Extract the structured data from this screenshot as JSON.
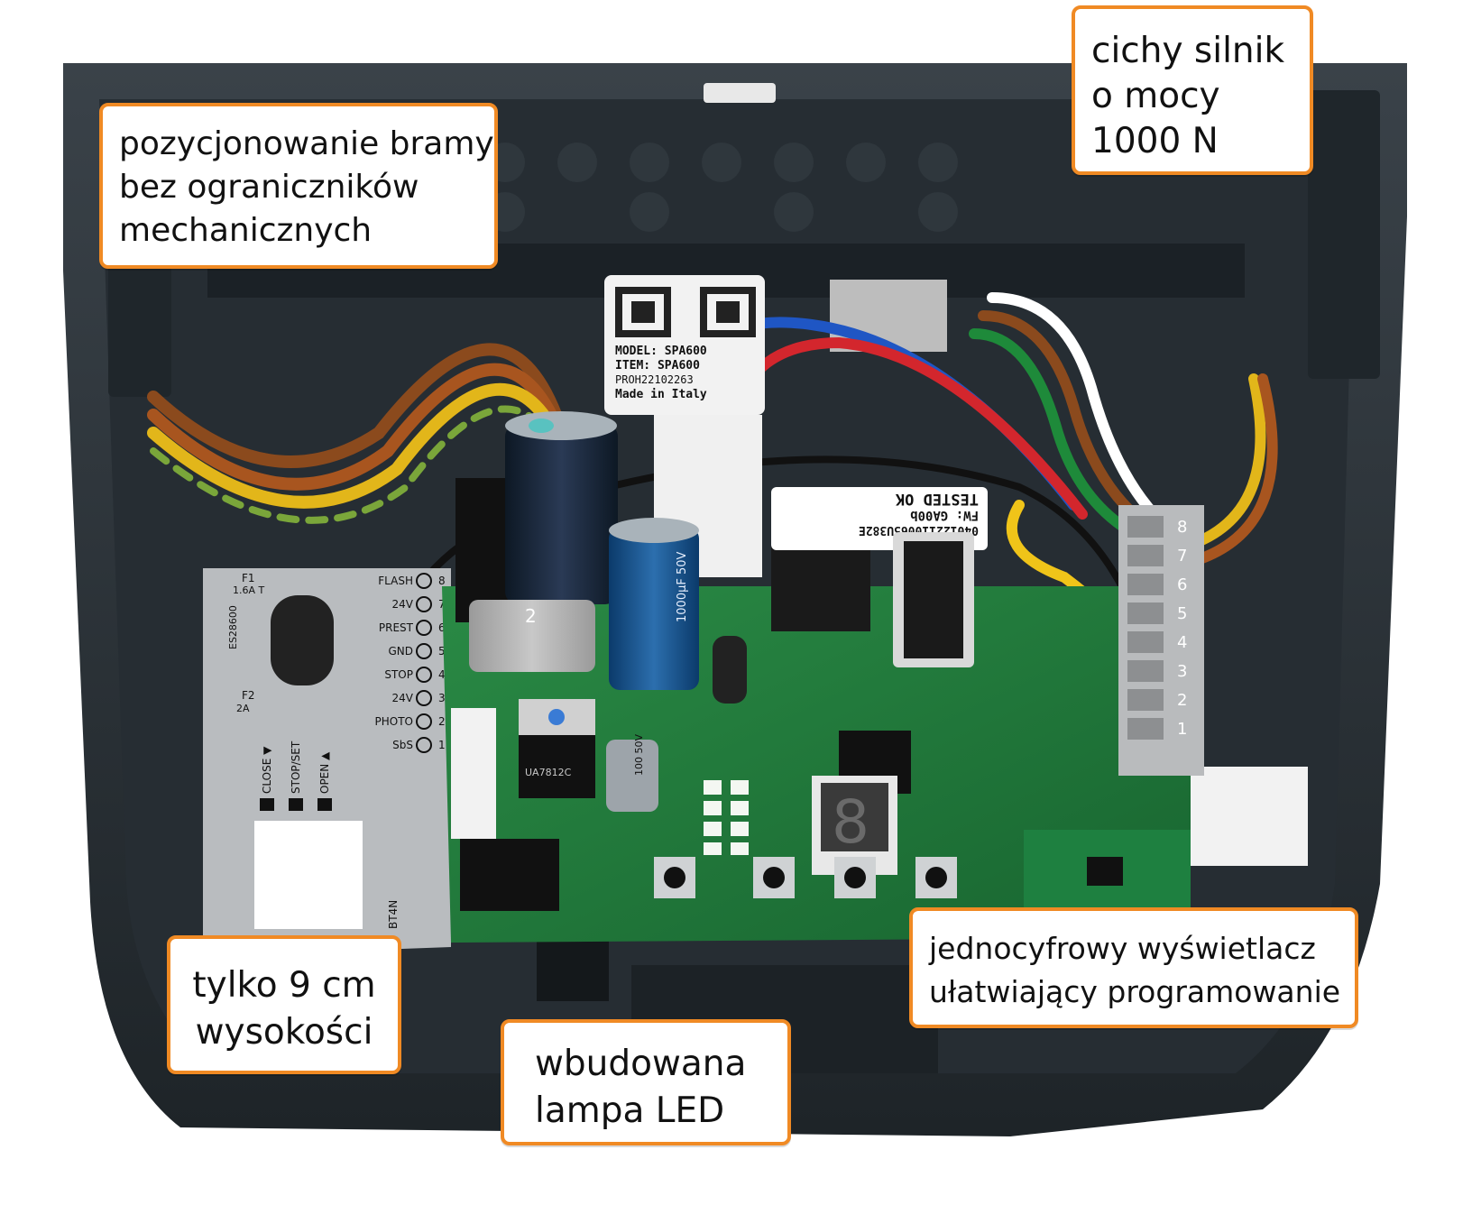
{
  "callouts": {
    "positioning": [
      "pozycjonowanie bramy",
      "bez ograniczników",
      "mechanicznych"
    ],
    "motor": [
      "cichy silnik",
      "o mocy",
      "1000 N"
    ],
    "height": [
      "tylko 9 cm",
      "wysokości"
    ],
    "led": [
      "wbudowana",
      "lampa LED"
    ],
    "display": [
      "jednocyfrowy wyświetlacz",
      "ułatwiający programowanie"
    ]
  },
  "product_label": {
    "model": "MODEL: SPA600",
    "item": "ITEM: SPA600",
    "serial": "PROH22102263",
    "made_in": "Made in Italy"
  },
  "tested_label": {
    "status": "TESTED OK",
    "firmware": "FW: GA00b",
    "code": "040122110065U382E"
  },
  "terminal_panel": {
    "fuse1": "F1",
    "fuse1_rating": "1.6A T",
    "fuse2": "F2",
    "fuse2_rating": "2A",
    "code": "ES28600",
    "terminals": [
      "FLASH",
      "24V",
      "PREST",
      "GND",
      "STOP",
      "24V",
      "PHOTO",
      "SbS"
    ],
    "numbers": [
      "8",
      "7",
      "6",
      "5",
      "4",
      "3",
      "2",
      "1"
    ],
    "buttons": [
      "CLOSE ▼",
      "STOP/SET",
      "OPEN ▲"
    ],
    "connector_label": "BT4N"
  },
  "board_marks": {
    "fuse_value": "2",
    "regulator": "UA7812C",
    "capacitor_small": "100 50V",
    "capacitor_big": "1000μF 50V",
    "seven_segment": "8",
    "terminal_numbers": [
      "8",
      "7",
      "6",
      "5",
      "4",
      "3",
      "2",
      "1"
    ]
  },
  "colors": {
    "accent": "#f08a24",
    "housing": "#2b3238",
    "pcb": "#1f7a3a",
    "label": "#ffffff"
  }
}
